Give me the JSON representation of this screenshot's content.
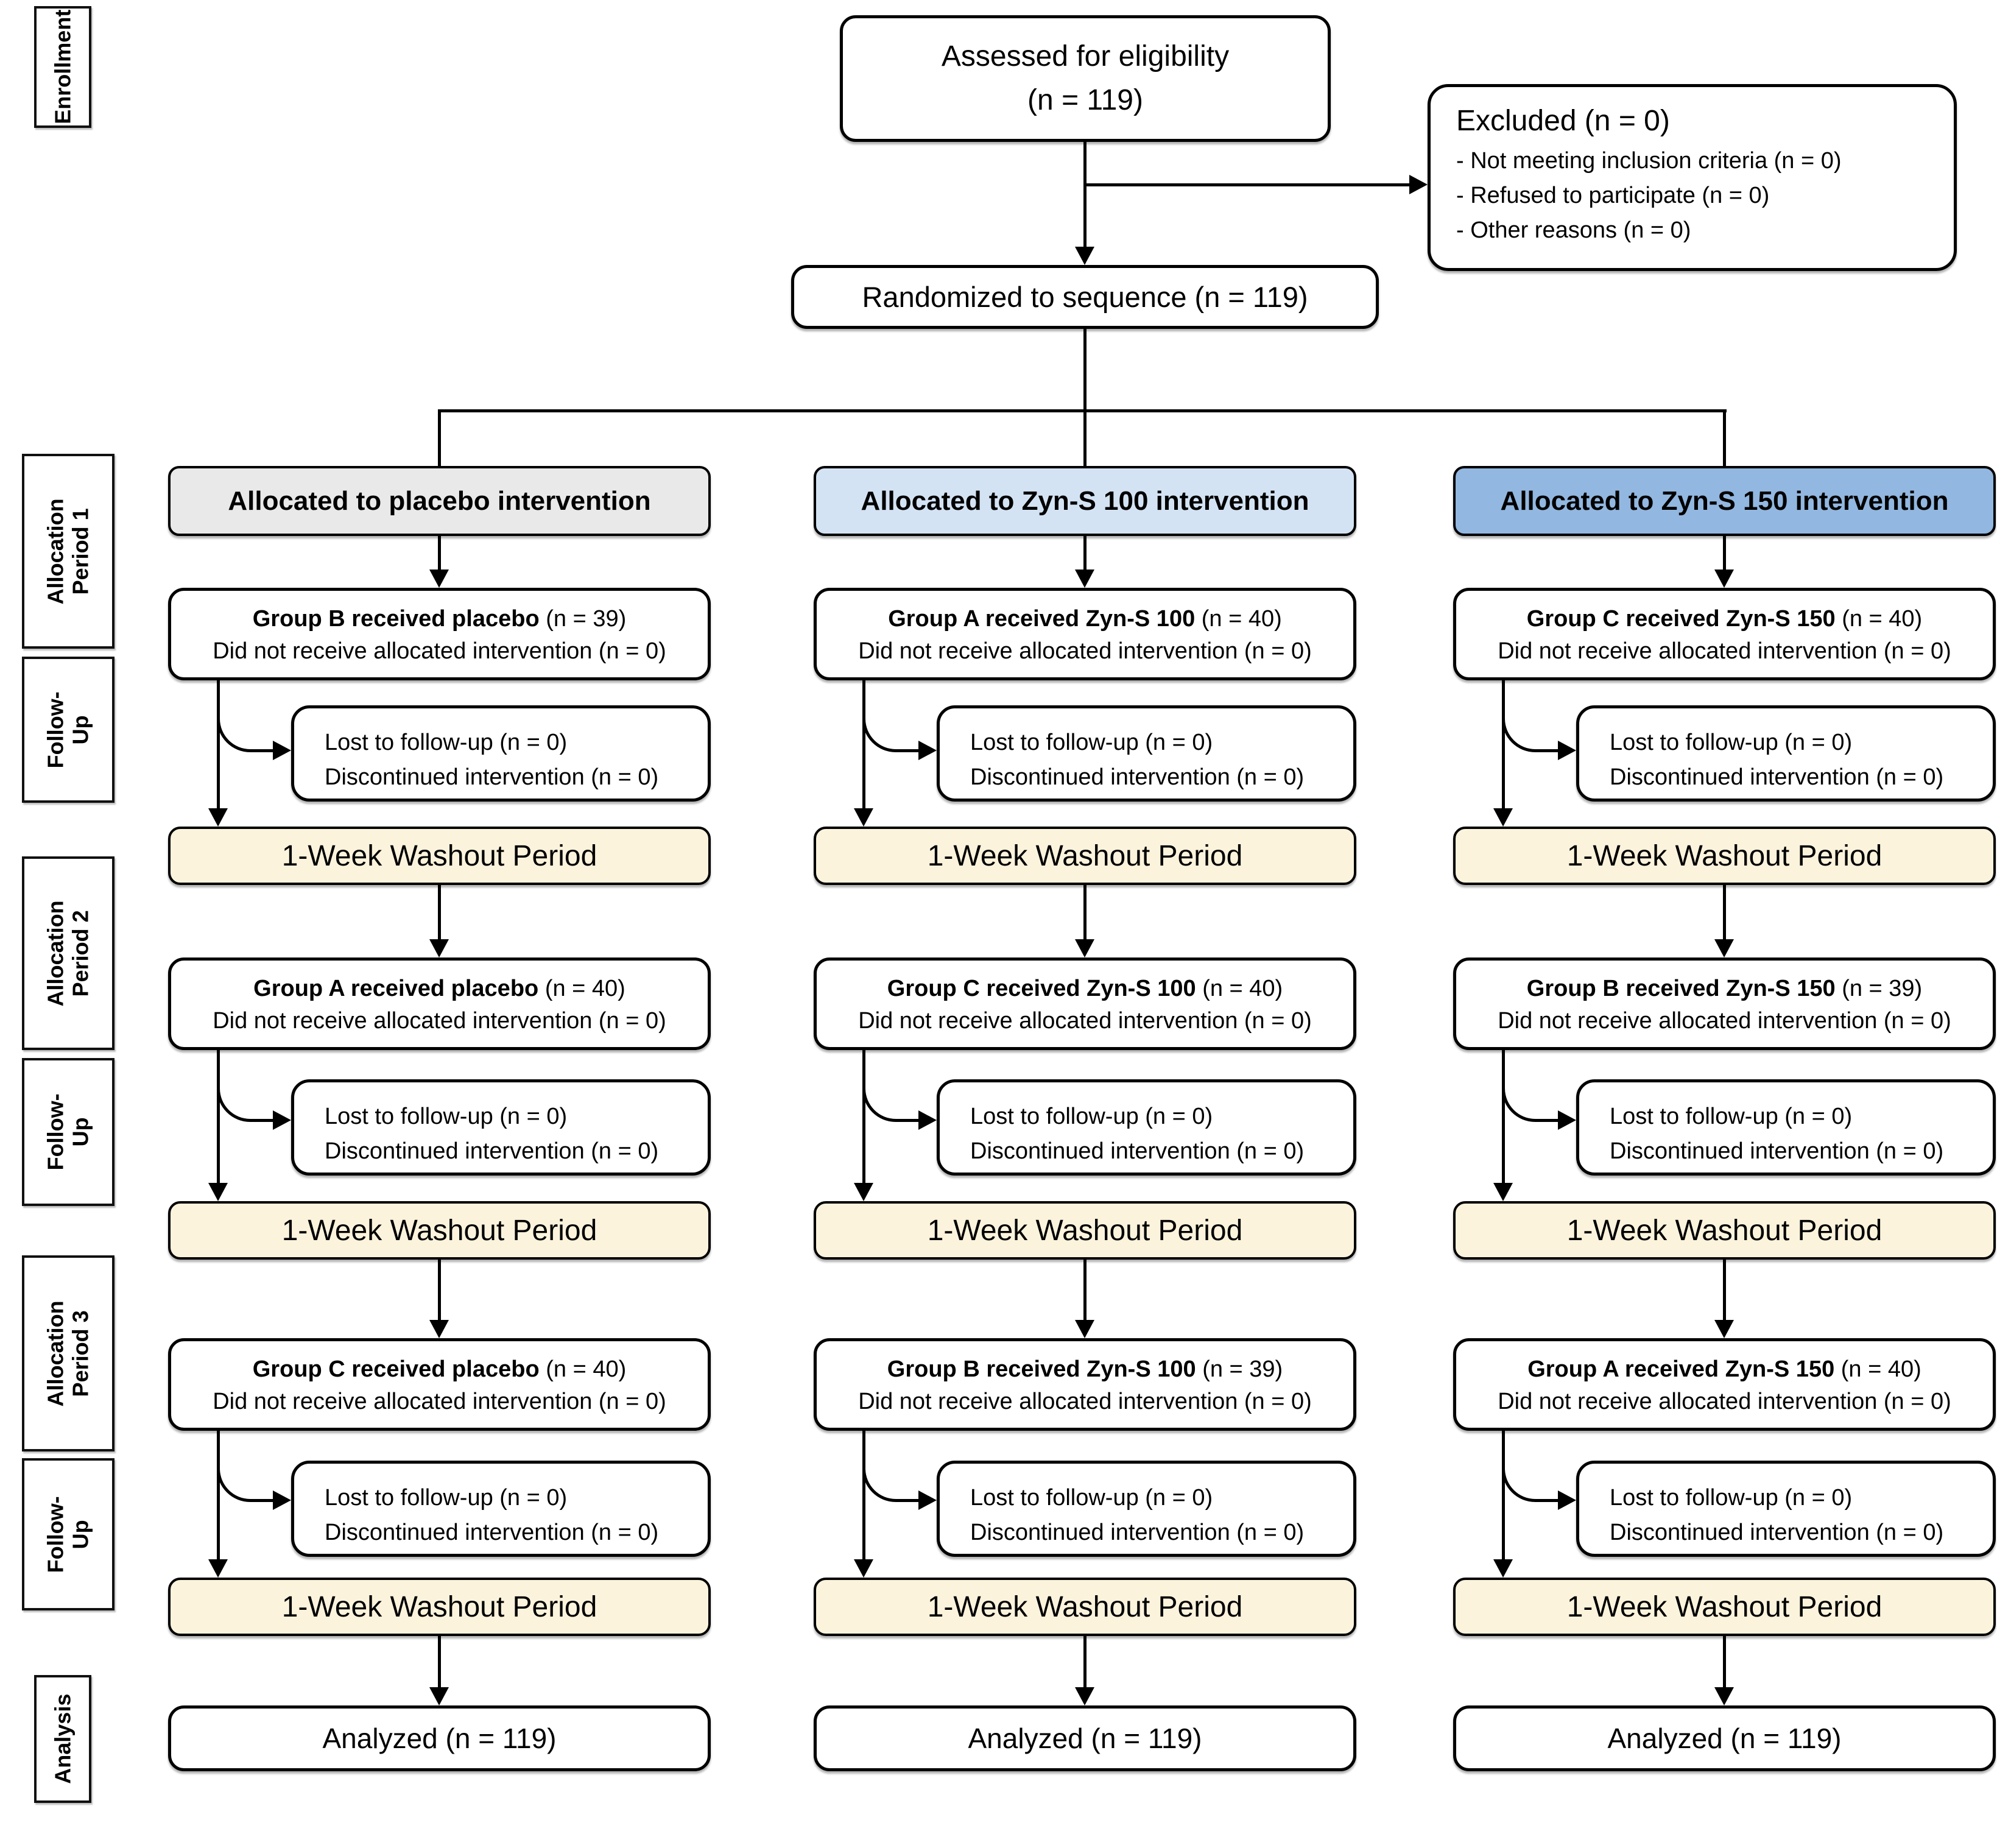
{
  "colors": {
    "placebo_header_bg": "#e9e9e9",
    "zyns100_header_bg": "#d4e3f3",
    "zyns150_header_bg": "#92b7e0",
    "washout_bg": "#fbf3dc",
    "box_border": "#000000"
  },
  "sidebar": {
    "items": [
      {
        "label": "Enrollment"
      },
      {
        "line1": "Allocation",
        "line2": "Period 1"
      },
      {
        "line1": "Follow-",
        "line2": "Up"
      },
      {
        "line1": "Allocation",
        "line2": "Period 2"
      },
      {
        "line1": "Follow-",
        "line2": "Up"
      },
      {
        "line1": "Allocation",
        "line2": "Period 3"
      },
      {
        "line1": "Follow-",
        "line2": "Up"
      },
      {
        "label": "Analysis"
      }
    ]
  },
  "enrollment": {
    "assessed_line1": "Assessed for eligibility",
    "assessed_line2": "(n = 119)",
    "excluded_title": "Excluded (n = 0)",
    "excluded_items": [
      "- Not meeting inclusion criteria (n = 0)",
      "- Refused to participate (n = 0)",
      "- Other reasons (n = 0)"
    ],
    "randomized": "Randomized to sequence (n = 119)"
  },
  "columns": [
    {
      "header": "Allocated to placebo intervention",
      "periods": [
        {
          "group_bold": "Group B received placebo",
          "group_n": "(n = 39)",
          "not_received": "Did not receive allocated intervention (n = 0)",
          "lost": "Lost to follow-up (n = 0)",
          "discontinued": "Discontinued intervention (n = 0)",
          "washout": "1-Week Washout Period"
        },
        {
          "group_bold": "Group A received placebo",
          "group_n": "(n = 40)",
          "not_received": "Did not receive allocated intervention (n = 0)",
          "lost": "Lost to follow-up (n = 0)",
          "discontinued": "Discontinued intervention (n = 0)",
          "washout": "1-Week Washout Period"
        },
        {
          "group_bold": "Group C received placebo",
          "group_n": "(n = 40)",
          "not_received": "Did not receive allocated intervention (n = 0)",
          "lost": "Lost to follow-up (n = 0)",
          "discontinued": "Discontinued intervention (n = 0)",
          "washout": "1-Week Washout Period"
        }
      ],
      "analyzed": "Analyzed (n = 119)"
    },
    {
      "header": "Allocated to Zyn-S 100 intervention",
      "periods": [
        {
          "group_bold": "Group A received Zyn-S 100",
          "group_n": "(n = 40)",
          "not_received": "Did not receive allocated intervention (n = 0)",
          "lost": "Lost to follow-up (n = 0)",
          "discontinued": "Discontinued intervention (n = 0)",
          "washout": "1-Week Washout Period"
        },
        {
          "group_bold": "Group C received Zyn-S 100",
          "group_n": "(n = 40)",
          "not_received": "Did not receive allocated intervention (n = 0)",
          "lost": "Lost to follow-up (n = 0)",
          "discontinued": "Discontinued intervention (n = 0)",
          "washout": "1-Week Washout Period"
        },
        {
          "group_bold": "Group B received Zyn-S 100",
          "group_n": "(n = 39)",
          "not_received": "Did not receive allocated intervention (n = 0)",
          "lost": "Lost to follow-up (n = 0)",
          "discontinued": "Discontinued intervention (n = 0)",
          "washout": "1-Week Washout Period"
        }
      ],
      "analyzed": "Analyzed (n = 119)"
    },
    {
      "header": "Allocated to Zyn-S 150 intervention",
      "periods": [
        {
          "group_bold": "Group C received Zyn-S 150",
          "group_n": "(n = 40)",
          "not_received": "Did not receive allocated intervention (n = 0)",
          "lost": "Lost to follow-up (n = 0)",
          "discontinued": "Discontinued intervention (n = 0)",
          "washout": "1-Week Washout Period"
        },
        {
          "group_bold": "Group B received Zyn-S 150",
          "group_n": "(n = 39)",
          "not_received": "Did not receive allocated intervention (n = 0)",
          "lost": "Lost to follow-up (n = 0)",
          "discontinued": "Discontinued intervention (n = 0)",
          "washout": "1-Week Washout Period"
        },
        {
          "group_bold": "Group A received Zyn-S 150",
          "group_n": "(n = 40)",
          "not_received": "Did not receive allocated intervention (n = 0)",
          "lost": "Lost to follow-up (n = 0)",
          "discontinued": "Discontinued intervention (n = 0)",
          "washout": "1-Week Washout Period"
        }
      ],
      "analyzed": "Analyzed (n = 119)"
    }
  ]
}
